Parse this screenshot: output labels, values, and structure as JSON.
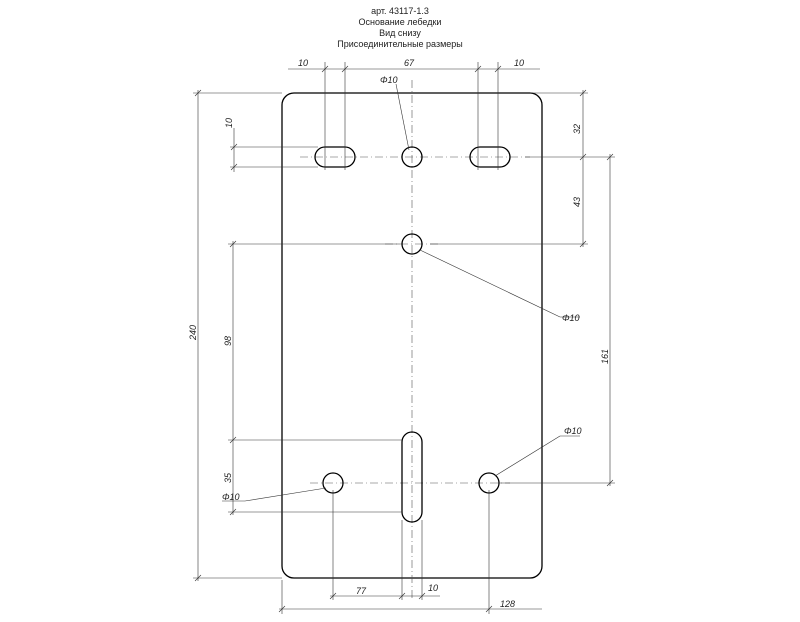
{
  "title": {
    "line1": "арт. 43117-1.3",
    "line2": "Основание лебедки",
    "line3": "Вид снизу",
    "line4": "Присоединительные размеры"
  },
  "dimensions": {
    "top_left_10": "10",
    "top_67": "67",
    "top_right_10": "10",
    "hole_top": "Φ10",
    "left_10": "10",
    "right_32": "32",
    "right_43": "43",
    "hole_center": "Φ10",
    "overall_240": "240",
    "left_98": "98",
    "right_161": "161",
    "hole_lower_right": "Φ10",
    "left_35": "35",
    "hole_lower_left": "Φ10",
    "bottom_77": "77",
    "bottom_10": "10",
    "bottom_128": "128"
  }
}
